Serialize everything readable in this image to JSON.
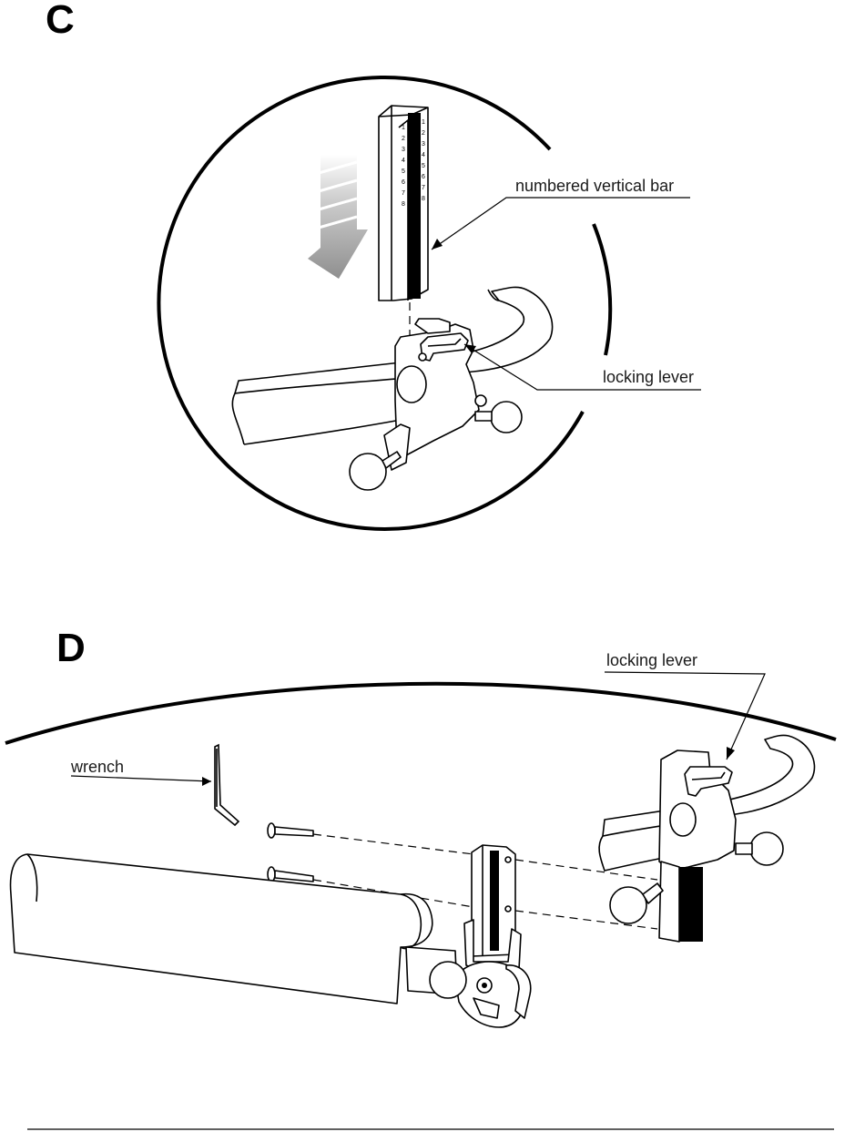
{
  "steps": {
    "c": {
      "letter": "C",
      "labels": {
        "numbered_bar": "numbered vertical bar",
        "locking_lever": "locking lever"
      },
      "bar_numbers": [
        "1",
        "2",
        "3",
        "4",
        "5",
        "6",
        "7",
        "8"
      ]
    },
    "d": {
      "letter": "D",
      "labels": {
        "locking_lever": "locking lever",
        "wrench": "wrench"
      }
    }
  },
  "colors": {
    "ink": "#000000",
    "arrow_gray": "#9a9a9a",
    "paper": "#ffffff"
  }
}
